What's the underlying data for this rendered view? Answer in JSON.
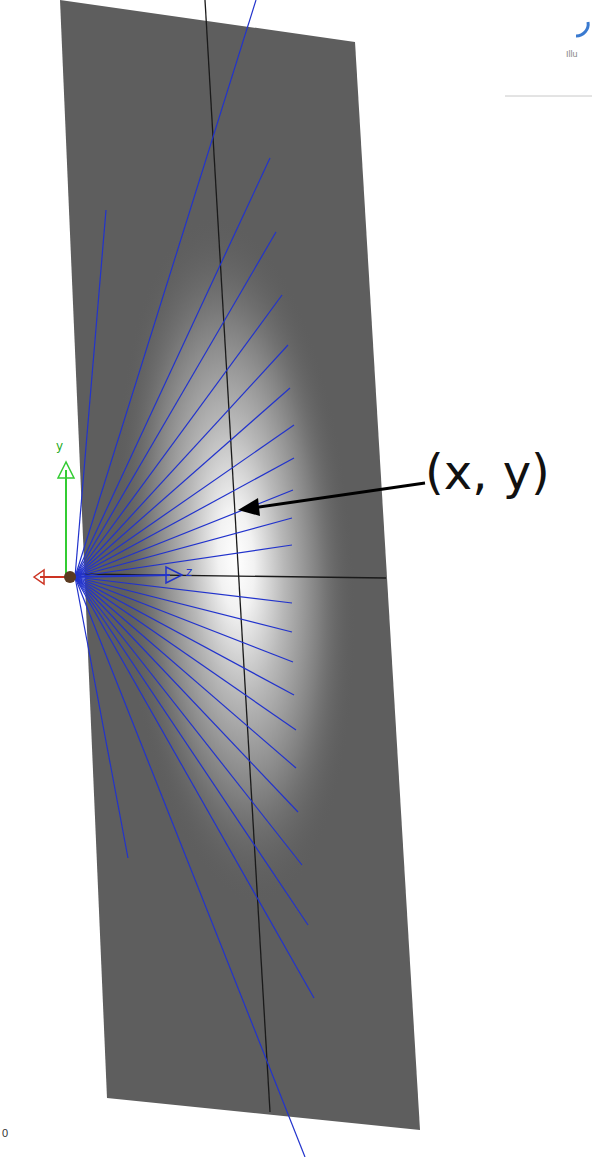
{
  "diagram": {
    "labels": [
      "(x, y)",
      "y",
      "z",
      "Illu",
      "0"
    ]
  }
}
